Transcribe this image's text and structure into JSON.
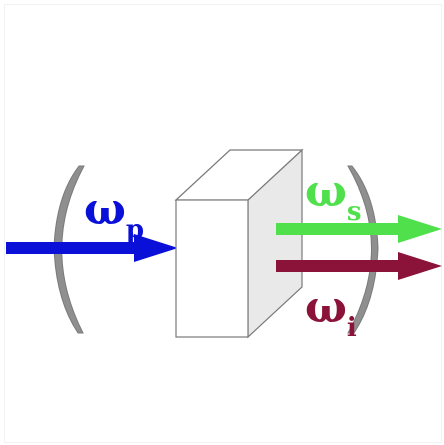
{
  "colors": {
    "pump": "#0a10d8",
    "signal": "#4fe04c",
    "idler": "#8b1238",
    "mirror_fill": "#8f8f8f",
    "crystal_front": "#ffffff",
    "crystal_top": "#ffffff",
    "crystal_side": "#e9e9e9",
    "outline": "#7a7a7a"
  },
  "labels": {
    "pump_symbol": "ω",
    "pump_subscript": "p",
    "signal_symbol": "ω",
    "signal_subscript": "s",
    "idler_symbol": "ω",
    "idler_subscript": "i"
  },
  "icons": {
    "input_mirror": "concave-mirror-icon",
    "output_mirror": "concave-mirror-icon",
    "crystal": "nonlinear-crystal-icon",
    "pump_arrow": "arrow-right-icon",
    "signal_arrow": "arrow-right-icon",
    "idler_arrow": "arrow-right-icon"
  }
}
